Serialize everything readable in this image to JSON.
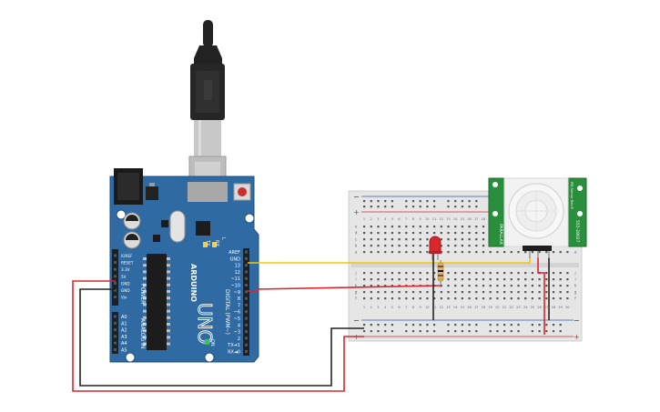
{
  "arduino": {
    "brand": "ARDUINO",
    "model": "UNO",
    "power_title": "POWER",
    "analog_title": "ANALOG IN",
    "digital_title": "DIGITAL (PWM~)",
    "on_label": "ON",
    "digital_pins": [
      "AREF",
      "GND",
      "13",
      "12",
      "~11",
      "~10",
      "~9",
      "8",
      "7",
      "~6",
      "~5",
      "4",
      "~3",
      "2",
      "TX➔1",
      "RX◄0"
    ],
    "power_pins": [
      "IOREF",
      "RESET",
      "3.3V",
      "5V",
      "GND",
      "GND",
      "Vin"
    ],
    "analog_pins": [
      "A0",
      "A1",
      "A2",
      "A3",
      "A4",
      "A5"
    ],
    "led_labels": [
      "L",
      "TX",
      "RX"
    ],
    "colors": {
      "board": "#2f6aa3",
      "header": "#1f1f1f"
    }
  },
  "breadboard": {
    "rail_minus": "−",
    "rail_plus": "+",
    "row_letters_top": [
      "a",
      "b",
      "c",
      "d",
      "e"
    ],
    "row_letters_bottom": [
      "f",
      "g",
      "h",
      "i",
      "j"
    ],
    "column_numbers": [
      "1",
      "2",
      "3",
      "4",
      "5",
      "6",
      "7",
      "8",
      "9",
      "10",
      "11",
      "12",
      "13",
      "14",
      "15",
      "16",
      "17",
      "18",
      "19",
      "20",
      "21",
      "22",
      "23",
      "24",
      "25",
      "26",
      "27",
      "28",
      "29",
      "30"
    ]
  },
  "pir_sensor": {
    "label_left": "PARALLAX",
    "label_right": "555-28027",
    "label_top": "PIR Sensor Rev B",
    "colors": {
      "board": "#2a8f3c",
      "dome": "#f2f2f2"
    }
  },
  "wires": {
    "colors": {
      "signal": "#f2c800",
      "power": "#d9272d",
      "ground": "#222222"
    }
  },
  "led": {
    "color": "#d9272d"
  },
  "usb_cable": {
    "color": "#1e1e1e"
  }
}
